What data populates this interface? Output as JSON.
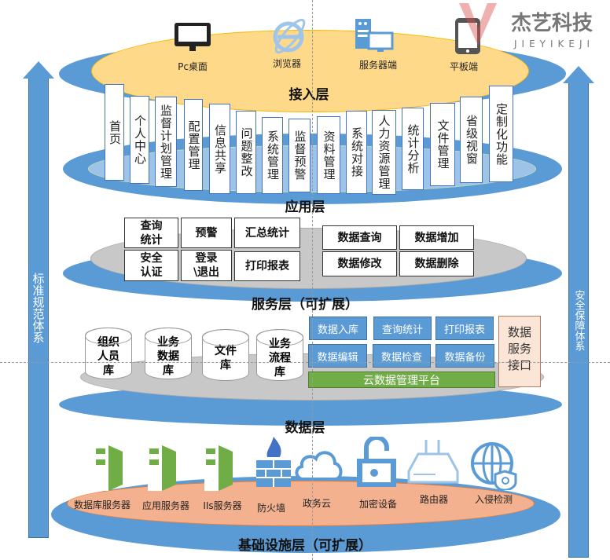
{
  "logo": {
    "name": "杰艺科技",
    "sub": "JIEYIKEJI"
  },
  "access": {
    "title": "接入层",
    "items": [
      {
        "label": "Pc桌面",
        "icon": "monitor-icon"
      },
      {
        "label": "浏览器",
        "icon": "browser-icon"
      },
      {
        "label": "服务器端",
        "icon": "server-icon"
      },
      {
        "label": "平板端",
        "icon": "tablet-icon"
      }
    ]
  },
  "app": {
    "title": "应用层",
    "items": [
      "首页",
      "个人中心",
      "监督计划管理",
      "配置管理",
      "信息共享",
      "问题整改",
      "系统管理",
      "监督预警",
      "资料管理",
      "系统对接",
      "人力资源管理",
      "统计分析",
      "文件管理",
      "省级视窗",
      "定制化功能"
    ]
  },
  "service": {
    "title": "服务层（可扩展）",
    "left": [
      "查询统计",
      "预警",
      "汇总统计",
      "安全认证",
      "登录\\退出",
      "打印报表"
    ],
    "right": [
      "数据查询",
      "数据增加",
      "数据修改",
      "数据删除"
    ]
  },
  "data": {
    "title": "数据层",
    "dbs": [
      "组织人员库",
      "业务数据库",
      "文件库",
      "业务流程库"
    ],
    "ops": [
      "数据入库",
      "查询统计",
      "打印报表",
      "数据编辑",
      "数据检查",
      "数据备份"
    ],
    "platform": "云数据管理平台",
    "interface": "数据服务接口"
  },
  "infra": {
    "title": "基础设施层（可扩展）",
    "items": [
      "数据库服务器",
      "应用服务器",
      "IIs服务器",
      "防火墙",
      "政务云",
      "加密设备",
      "路由器",
      "入侵检测"
    ]
  },
  "side": {
    "left": "标准规范体系",
    "right": "安全保障体系"
  },
  "colors": {
    "blue": "#5b9bd5",
    "orange": "#ffd98a",
    "salmon": "#f4b18f",
    "green": "#70ad47",
    "gray": "#c8c8c8"
  }
}
